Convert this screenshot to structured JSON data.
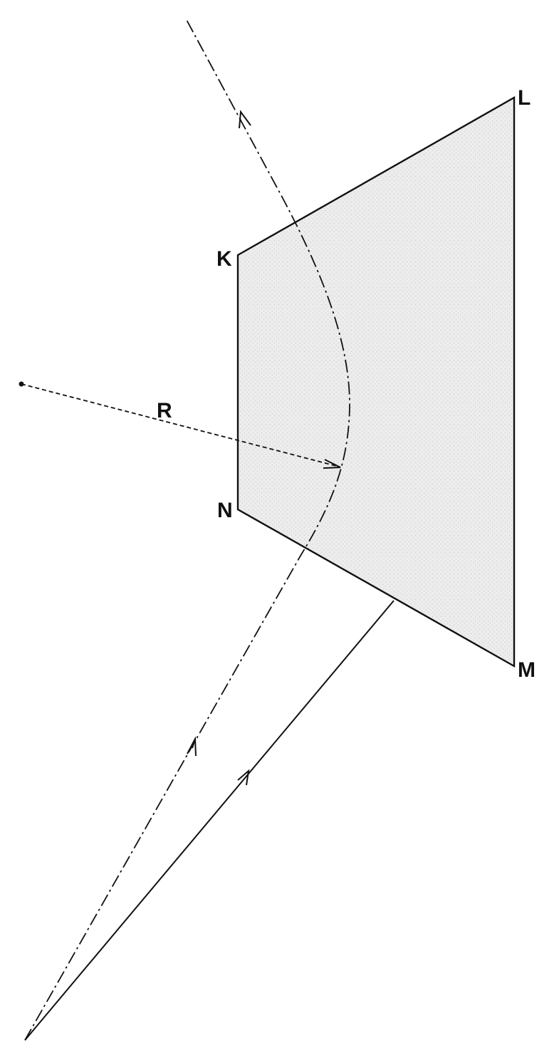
{
  "diagram": {
    "vertices": {
      "k": "K",
      "l": "L",
      "m": "M",
      "n": "N"
    },
    "radius_label": "R",
    "colors": {
      "ink": "#111111",
      "plate_fill": "#e9e9e9"
    }
  }
}
